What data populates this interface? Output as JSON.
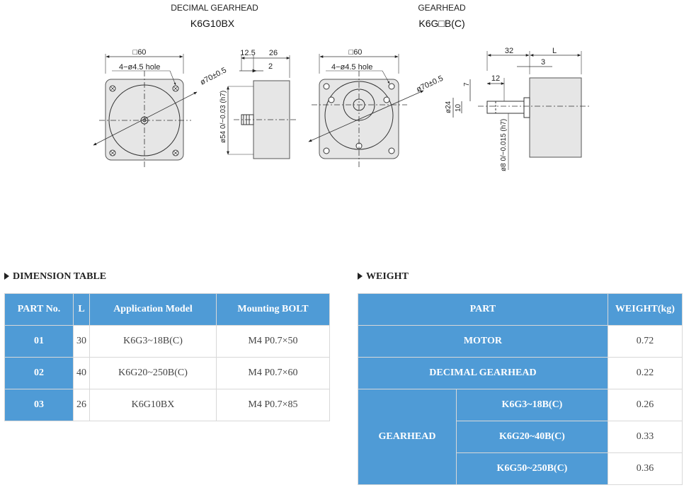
{
  "drawings": {
    "left": {
      "title": "DECIMAL GEARHEAD",
      "model": "K6G10BX",
      "square_dim": "□60",
      "hole_label": "4−ø4.5 hole",
      "pcd_label": "ø70±0.5",
      "dim_a": "12.5",
      "dim_b": "26",
      "dim_c": "2",
      "pilot_label": "ø54 0/−0.03 (h7)"
    },
    "right": {
      "title": "GEARHEAD",
      "model": "K6G□B(C)",
      "square_dim": "□60",
      "hole_label": "4−ø4.5 hole",
      "pcd_label": "ø70±0.5",
      "dim_32": "32",
      "dim_L": "L",
      "dim_3": "3",
      "dim_12": "12",
      "dim_7": "7",
      "dim_10": "10",
      "dim_24": "ø24",
      "shaft_label": "ø8 0/−0.015 (h7)"
    }
  },
  "dimension_table": {
    "title": "DIMENSION TABLE",
    "headers": [
      "PART No.",
      "L",
      "Application Model",
      "Mounting BOLT"
    ],
    "rows": [
      {
        "part": "01",
        "L": "30",
        "model": "K6G3~18B(C)",
        "bolt": "M4 P0.7×50"
      },
      {
        "part": "02",
        "L": "40",
        "model": "K6G20~250B(C)",
        "bolt": "M4 P0.7×60"
      },
      {
        "part": "03",
        "L": "26",
        "model": "K6G10BX",
        "bolt": "M4 P0.7×85"
      }
    ]
  },
  "weight_table": {
    "title": "WEIGHT",
    "headers": [
      "PART",
      "WEIGHT(kg)"
    ],
    "motor": {
      "label": "MOTOR",
      "value": "0.72"
    },
    "decimal": {
      "label": "DECIMAL GEARHEAD",
      "value": "0.22"
    },
    "gearhead": {
      "label": "GEARHEAD",
      "rows": [
        {
          "model": "K6G3~18B(C)",
          "value": "0.26"
        },
        {
          "model": "K6G20~40B(C)",
          "value": "0.33"
        },
        {
          "model": "K6G50~250B(C)",
          "value": "0.36"
        }
      ]
    }
  },
  "colors": {
    "header_bg": "#4f9bd6",
    "header_text": "#ffffff",
    "body_gray": "#e6e6e6"
  }
}
